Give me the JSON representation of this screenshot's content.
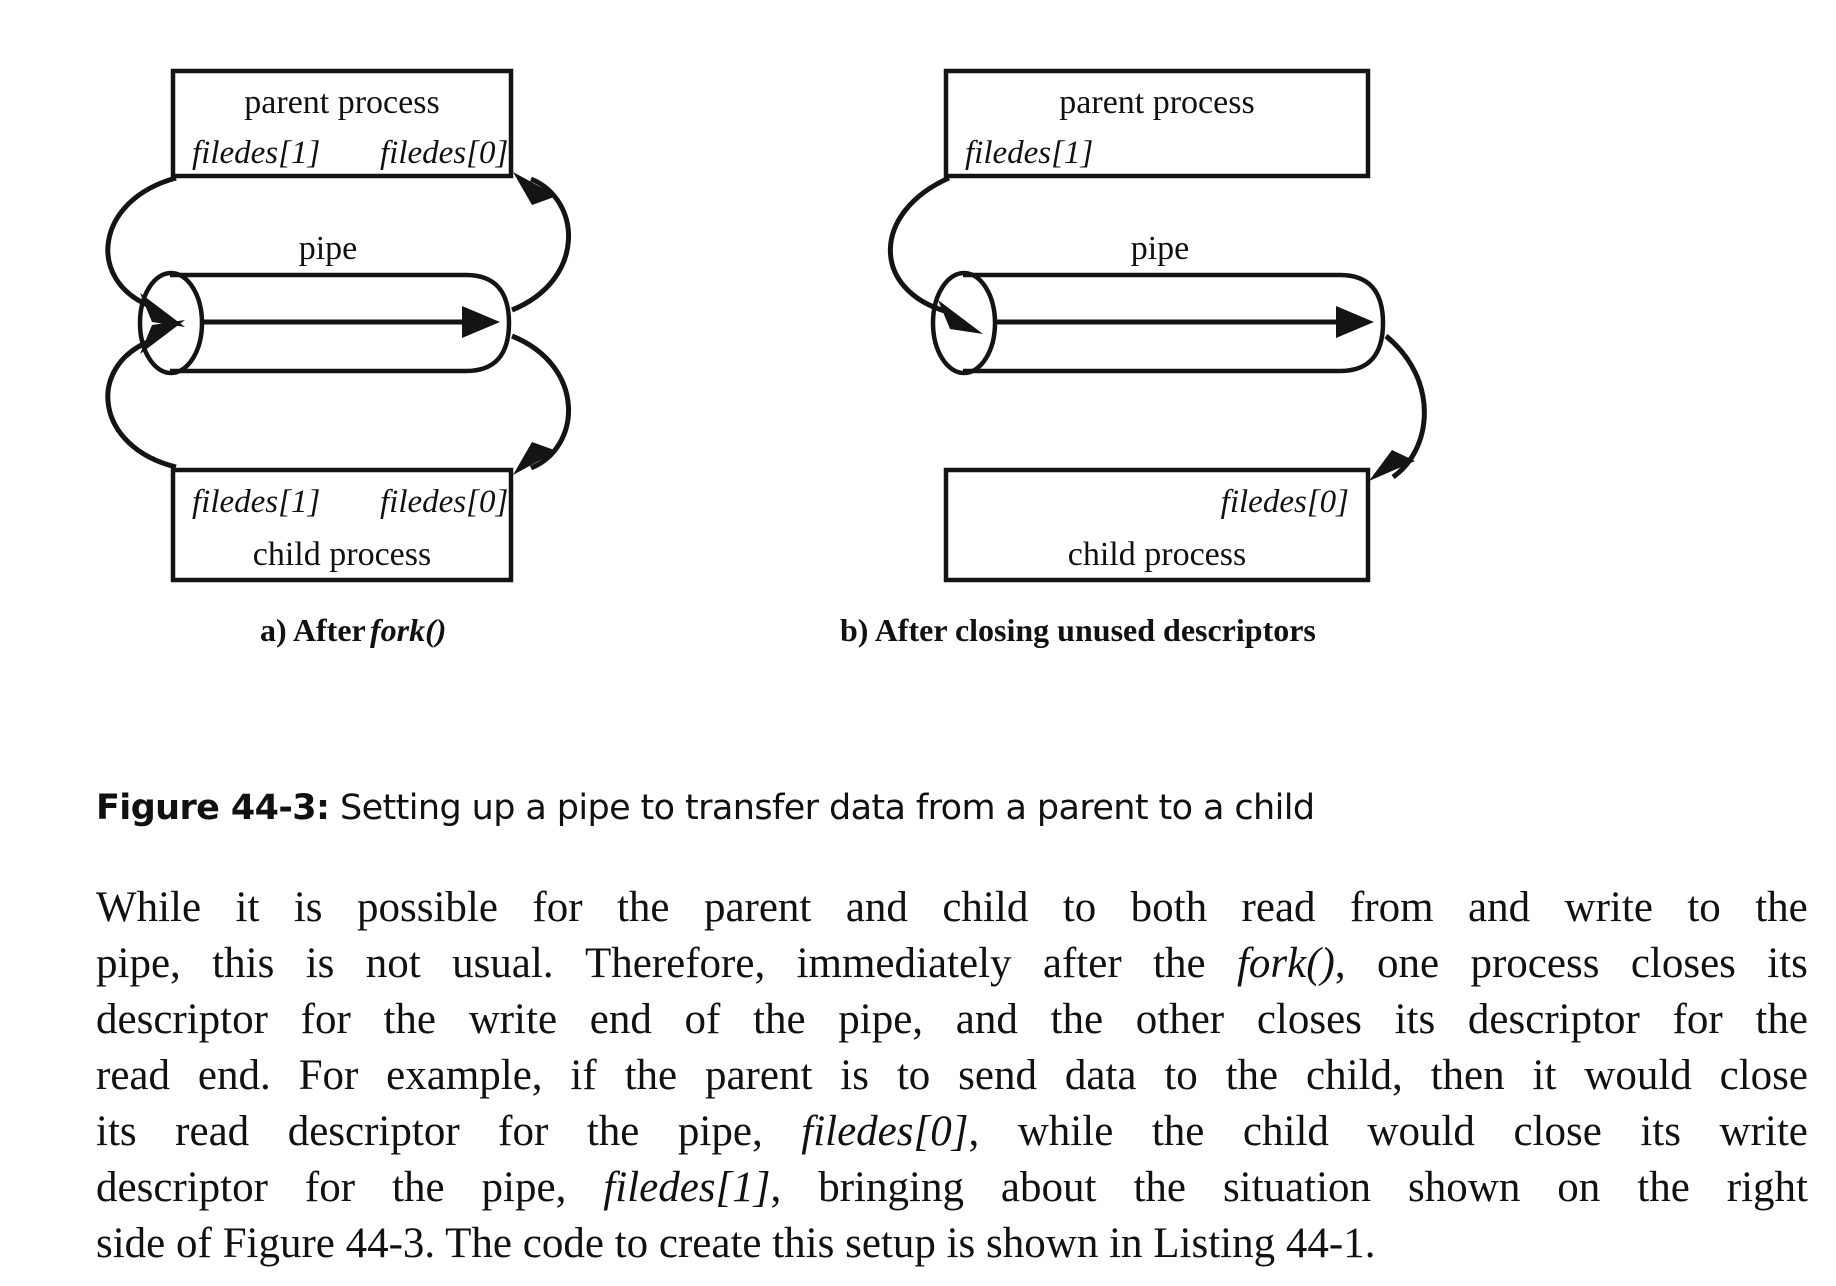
{
  "figure": {
    "panel_a": {
      "parent_box": {
        "title": "parent process",
        "fd_write": "filedes[1]",
        "fd_read": "filedes[0]"
      },
      "pipe_label": "pipe",
      "child_box": {
        "title": "child process",
        "fd_write": "filedes[1]",
        "fd_read": "filedes[0]"
      },
      "subcaption_prefix": "a) After ",
      "subcaption_italic": "fork()"
    },
    "panel_b": {
      "parent_box": {
        "title": "parent process",
        "fd_write": "filedes[1]"
      },
      "pipe_label": "pipe",
      "child_box": {
        "title": "child process",
        "fd_read": "filedes[0]"
      },
      "subcaption": "b) After closing unused descriptors"
    },
    "caption": {
      "label": "Figure 44-3:",
      "text": " Setting up a pipe to transfer data from a parent to a child"
    }
  },
  "body": {
    "lines": [
      {
        "justify": true,
        "words": [
          "While",
          "it",
          "is",
          "possible",
          "for",
          "the",
          "parent",
          "and",
          "child",
          "to",
          "both",
          "read",
          "from",
          "and",
          "write",
          "to",
          "the"
        ]
      },
      {
        "justify": true,
        "segments": [
          {
            "text": "pipe, this is not usual. Therefore, immediately after the ",
            "style": "normal"
          },
          {
            "text": "fork()",
            "style": "italic"
          },
          {
            "text": ", one process closes its",
            "style": "normal"
          }
        ]
      },
      {
        "justify": true,
        "segments": [
          {
            "text": "descriptor for the write end of the pipe, and the other closes its descriptor for the",
            "style": "normal"
          }
        ]
      },
      {
        "justify": true,
        "segments": [
          {
            "text": "read end. For example, if the parent is to send data to the child, then it would close",
            "style": "normal"
          }
        ]
      },
      {
        "justify": true,
        "segments": [
          {
            "text": "its read descriptor for the pipe, ",
            "style": "normal"
          },
          {
            "text": "filedes[0]",
            "style": "italic"
          },
          {
            "text": ", while the child would close its write",
            "style": "normal"
          }
        ]
      },
      {
        "justify": true,
        "segments": [
          {
            "text": "descriptor for the pipe, ",
            "style": "normal"
          },
          {
            "text": "filedes[1]",
            "style": "italic"
          },
          {
            "text": ", bringing about the situation shown on the right",
            "style": "normal"
          }
        ]
      },
      {
        "justify": false,
        "segments": [
          {
            "text": "side of Figure 44-3. The code to create this setup is shown in Listing 44-1.",
            "style": "normal"
          }
        ]
      }
    ]
  },
  "colors": {
    "ink": "#141414",
    "paper": "#ffffff"
  }
}
